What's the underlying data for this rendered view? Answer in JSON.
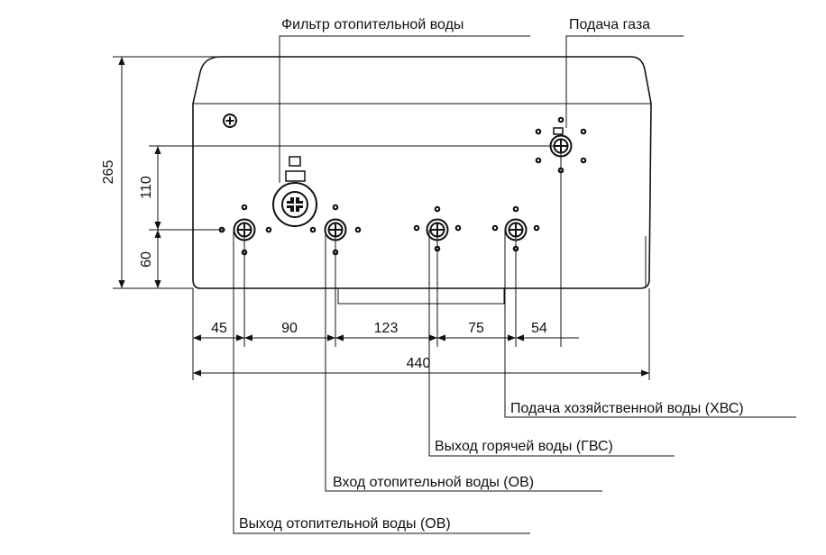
{
  "labels": {
    "filter": "Фильтр отопительной воды",
    "gas": "Подача газа",
    "cold_water": "Подача хозяйственной воды (ХВС)",
    "hot_water": "Выход горячей воды (ГВС)",
    "heating_in": "Вход отопительной воды (ОВ)",
    "heating_out": "Выход отопительной воды (ОВ)"
  },
  "dimensions": {
    "height_total": "265",
    "height_upper": "110",
    "height_lower": "60",
    "width_1": "45",
    "width_2": "90",
    "width_3": "123",
    "width_4": "75",
    "width_5": "54",
    "width_total": "440"
  }
}
